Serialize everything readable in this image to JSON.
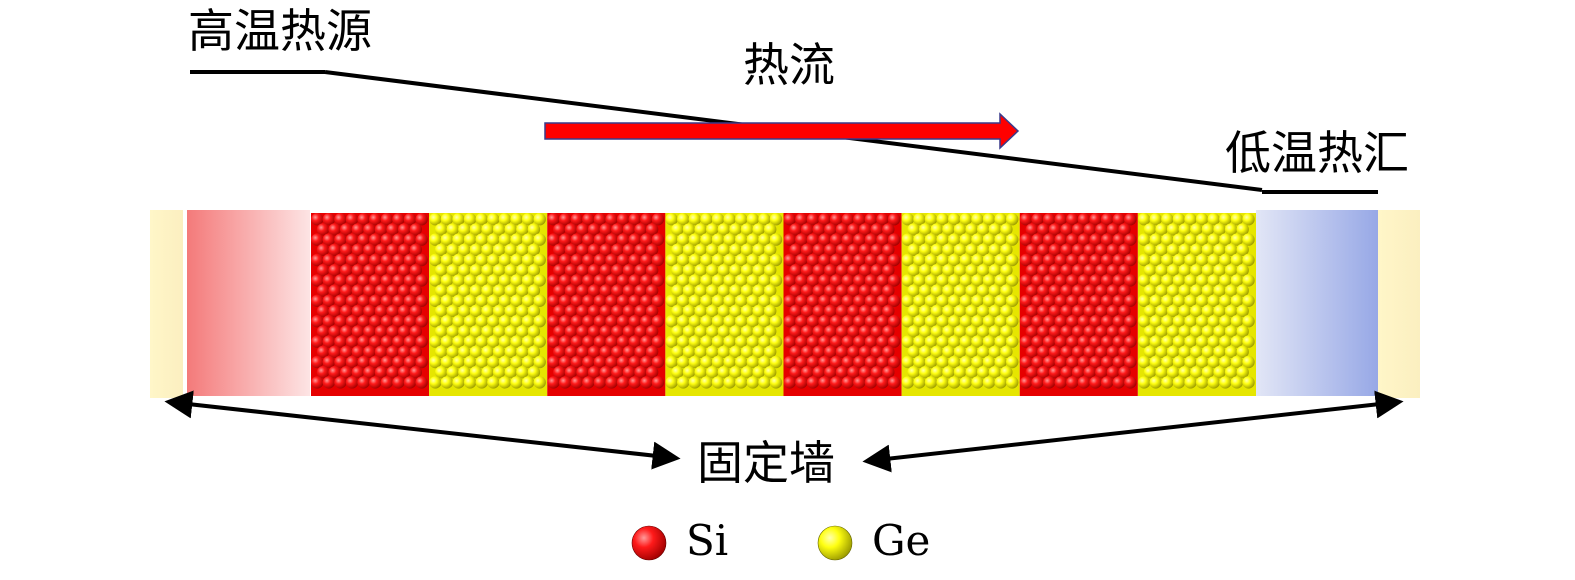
{
  "labels": {
    "heat_source": "高温热源",
    "heat_flow": "热流",
    "heat_sink": "低温热汇",
    "fixed_wall": "固定墙"
  },
  "legend": [
    {
      "label": "Si",
      "color": "#e60000"
    },
    {
      "label": "Ge",
      "color": "#e6e600"
    }
  ],
  "layers": [
    "Si",
    "Ge",
    "Si",
    "Ge",
    "Si",
    "Ge",
    "Si",
    "Ge"
  ],
  "colors": {
    "si": "#e60000",
    "ge": "#e6e600",
    "hot_reservoir": "#f07070",
    "cold_reservoir": "#98a8e8",
    "wall": "#fbf0b8",
    "arrow": "#ff0000"
  }
}
